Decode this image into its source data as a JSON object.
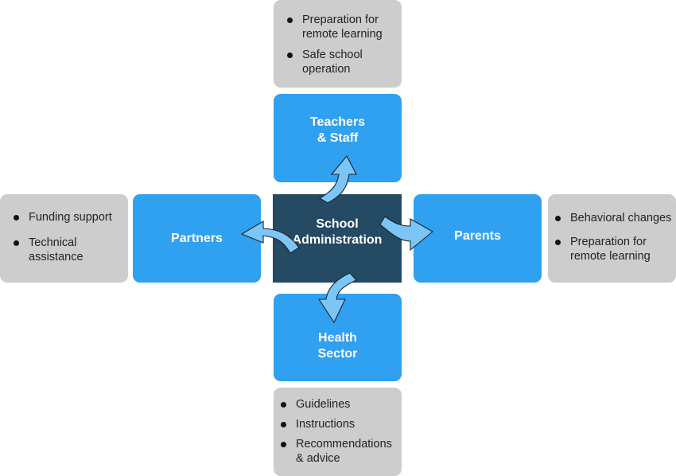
{
  "center": {
    "label": "School\nAdministration"
  },
  "nodes": {
    "top": {
      "label": "Teachers\n& Staff"
    },
    "left": {
      "label": "Partners"
    },
    "right": {
      "label": "Parents"
    },
    "bottom": {
      "label": "Health\nSector"
    }
  },
  "notes": {
    "top": [
      "Preparation for\nremote learning",
      "Safe school\noperation"
    ],
    "left": [
      "Funding support",
      "Technical\nassistance"
    ],
    "right": [
      "Behavioral changes",
      "Preparation for\nremote learning"
    ],
    "bottom": [
      "Guidelines",
      "Instructions",
      "Recommendations\n& advice"
    ]
  },
  "colors": {
    "node": "#30a0f0",
    "center": "#244a64",
    "note": "#cdcdcd",
    "arrow": "#7cc6f7"
  }
}
